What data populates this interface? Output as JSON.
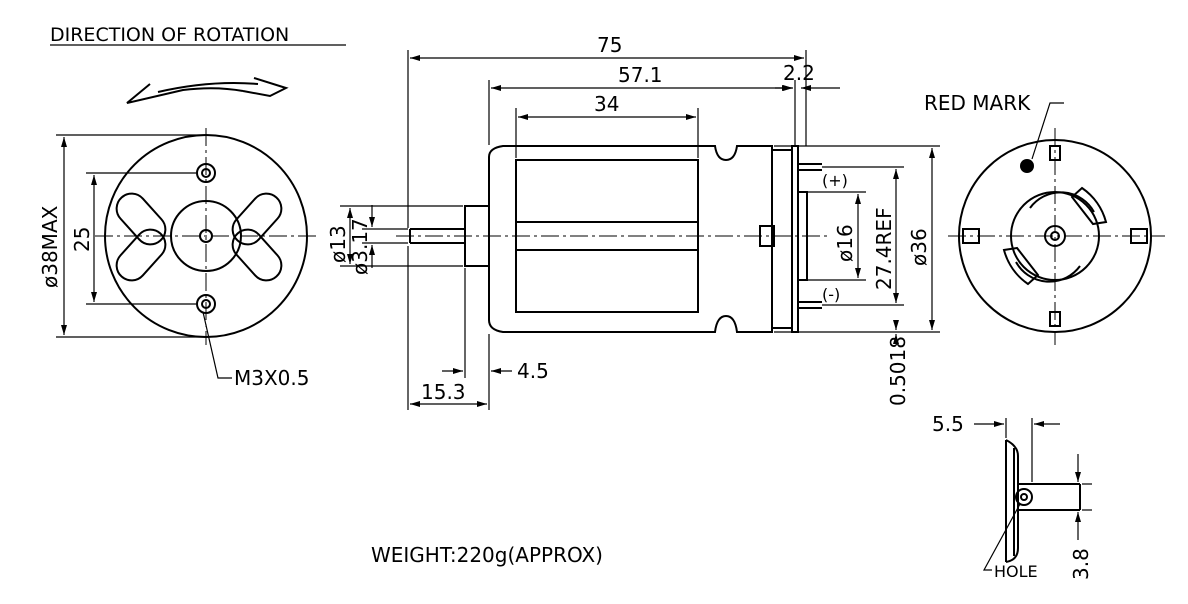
{
  "title": "DIRECTION OF ROTATION",
  "dimensions": {
    "overall_length": "75",
    "body_length": "57.1",
    "plate": "2.2",
    "magnet_length": "34",
    "boss_dia": "ø13",
    "shaft_dia": "ø3.17",
    "bearing_dia": "ø16",
    "terminal_ref": "27.4REF",
    "body_dia": "ø36",
    "terminal_gap": "0.5018",
    "shaft_length": "15.3",
    "boss_length": "4.5",
    "front_max_dia": "ø38MAX",
    "mount_spacing": "25",
    "terminal_width": "5.5",
    "hole_offset": "3.8"
  },
  "labels": {
    "thread": "M3X0.5",
    "red_mark": "RED MARK",
    "positive": "(+)",
    "negative": "(-)",
    "hole": "HOLE",
    "weight": "WEIGHT:220g(APPROX)"
  }
}
